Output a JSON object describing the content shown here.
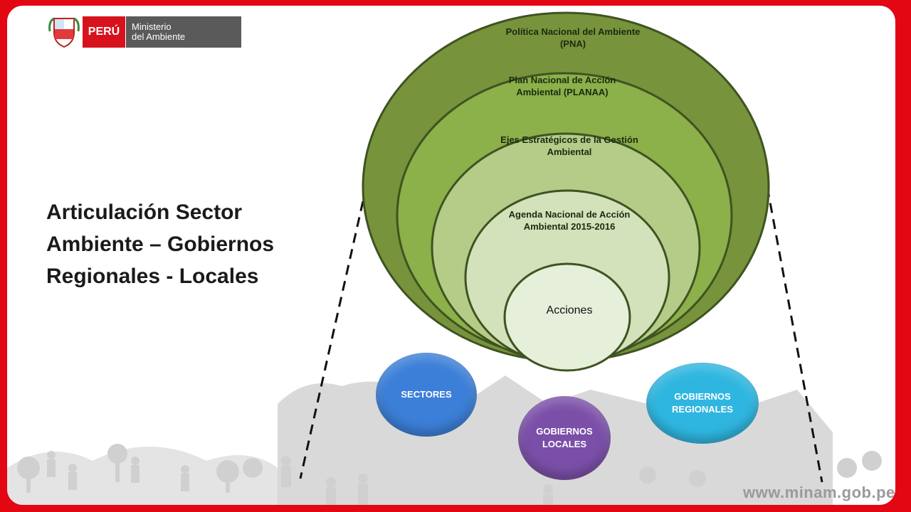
{
  "header": {
    "country": "PERÚ",
    "ministry_line1": "Ministerio",
    "ministry_line2": "del Ambiente"
  },
  "title": {
    "line1": "Articulación Sector",
    "line2": "Ambiente – Gobiernos",
    "line3": "Regionales - Locales"
  },
  "diagram": {
    "levels": [
      {
        "line1": "Política Nacional del Ambiente",
        "line2": "(PNA)",
        "color": "#77933c"
      },
      {
        "line1": "Plan Nacional de Acción",
        "line2": "Ambiental (PLANAA)",
        "color": "#8cb04a"
      },
      {
        "line1": "Ejes Estratégicos de la Gestión",
        "line2": "Ambiental",
        "color": "#b5cc88"
      },
      {
        "line1": "Agenda Nacional de Acción",
        "line2": "Ambiental  2015-2016",
        "color": "#d3e2bb"
      },
      {
        "line1": "Acciones",
        "line2": "",
        "color": "#e6efd9"
      }
    ]
  },
  "actors": [
    {
      "line1": "SECTORES",
      "line2": "",
      "color": "#3c7fd8"
    },
    {
      "line1": "GOBIERNOS",
      "line2": "LOCALES",
      "color": "#7b4fa8"
    },
    {
      "line1": "GOBIERNOS",
      "line2": "REGIONALES",
      "color": "#2fb6e0"
    }
  ],
  "footer": {
    "url": "www.minam.gob.pe"
  },
  "colors": {
    "frame": "#e30613",
    "outline": "#3f5321"
  }
}
